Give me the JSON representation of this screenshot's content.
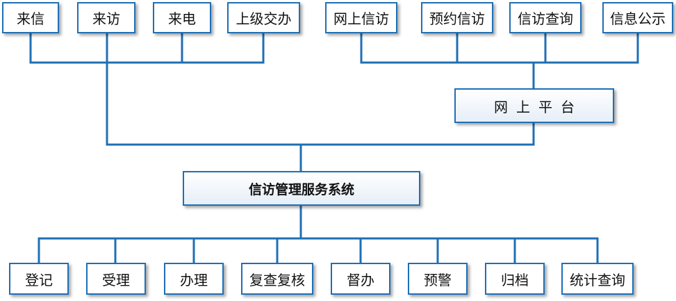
{
  "diagram": {
    "channels_left": [
      "来信",
      "来访",
      "来电",
      "上级交办"
    ],
    "channels_right": [
      "网上信访",
      "预约信访",
      "信访查询",
      "信息公示"
    ],
    "platform_label": "网上平台",
    "system_label": "信访管理服务系统",
    "functions": [
      "登记",
      "受理",
      "办理",
      "复查复核",
      "督办",
      "预警",
      "归档",
      "统计查询"
    ],
    "colors": {
      "line": "#1f6fb5",
      "border": "#1f6fb5",
      "box_fill": "#ffffff",
      "box_gradient_end": "#e6eef8"
    }
  }
}
